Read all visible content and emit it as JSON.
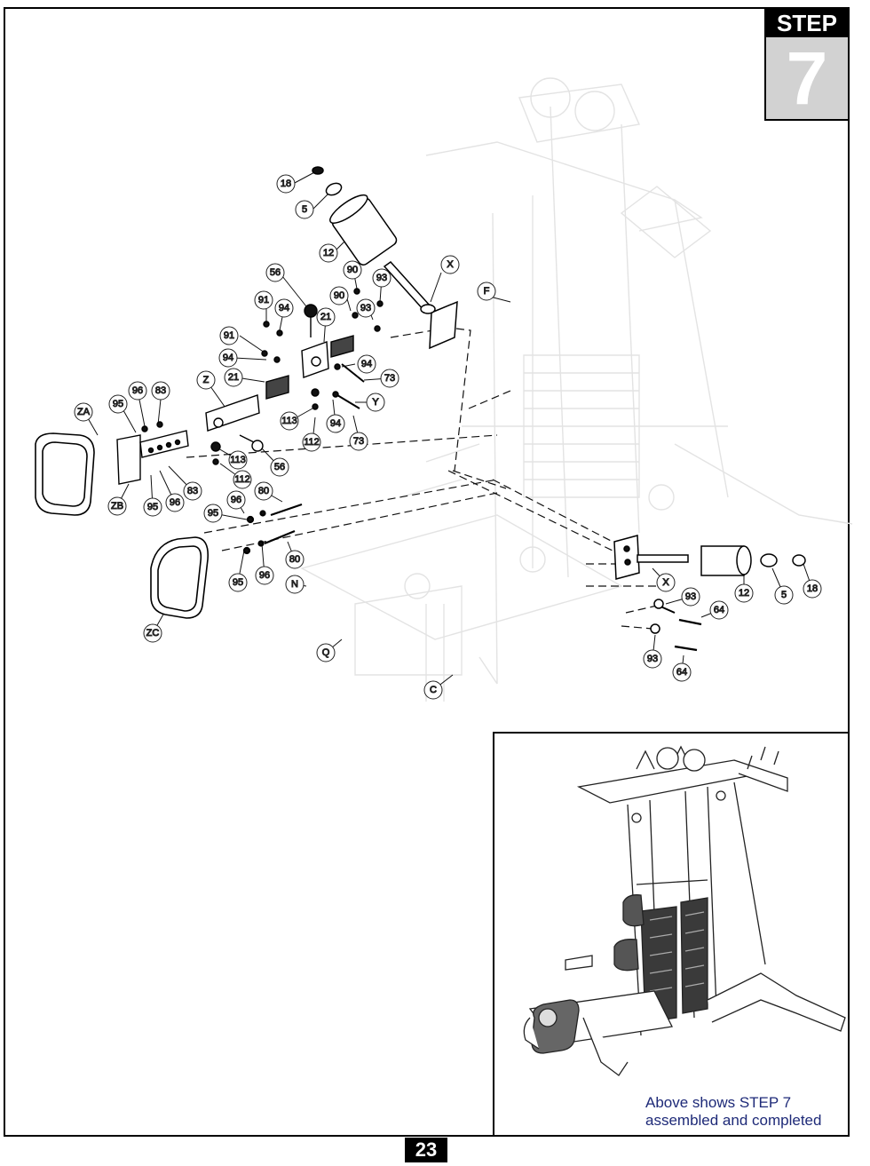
{
  "step": {
    "label": "STEP",
    "number": "7"
  },
  "page_number": "23",
  "inset_caption": {
    "line1": "Above shows STEP 7",
    "line2": "assembled and completed"
  },
  "callouts": {
    "c18a": "18",
    "c5a": "5",
    "c12a": "12",
    "cXa": "X",
    "cF": "F",
    "c56a": "56",
    "c90a": "90",
    "c93a": "93",
    "c90b": "90",
    "c93b": "93",
    "c91a": "91",
    "c94a": "94",
    "c21a": "21",
    "c91b": "91",
    "c94b": "94",
    "c94c": "94",
    "c73a": "73",
    "cZ": "Z",
    "c21b": "21",
    "cY": "Y",
    "c96a": "96",
    "c83a": "83",
    "c95a": "95",
    "cZA": "ZA",
    "c113a": "113",
    "c94d": "94",
    "c112a": "112",
    "c73b": "73",
    "c113b": "113",
    "c56b": "56",
    "c112b": "112",
    "c83b": "83",
    "cZB": "ZB",
    "c95b": "95",
    "c96b": "96",
    "c96c": "96",
    "c80a": "80",
    "c95c": "95",
    "c80b": "80",
    "c95d": "95",
    "c96d": "96",
    "cN": "N",
    "cZC": "ZC",
    "cQ": "Q",
    "cC": "C",
    "cXb": "X",
    "c12b": "12",
    "c5b": "5",
    "c18b": "18",
    "c93c": "93",
    "c64a": "64",
    "c93d": "93",
    "c64b": "64"
  }
}
